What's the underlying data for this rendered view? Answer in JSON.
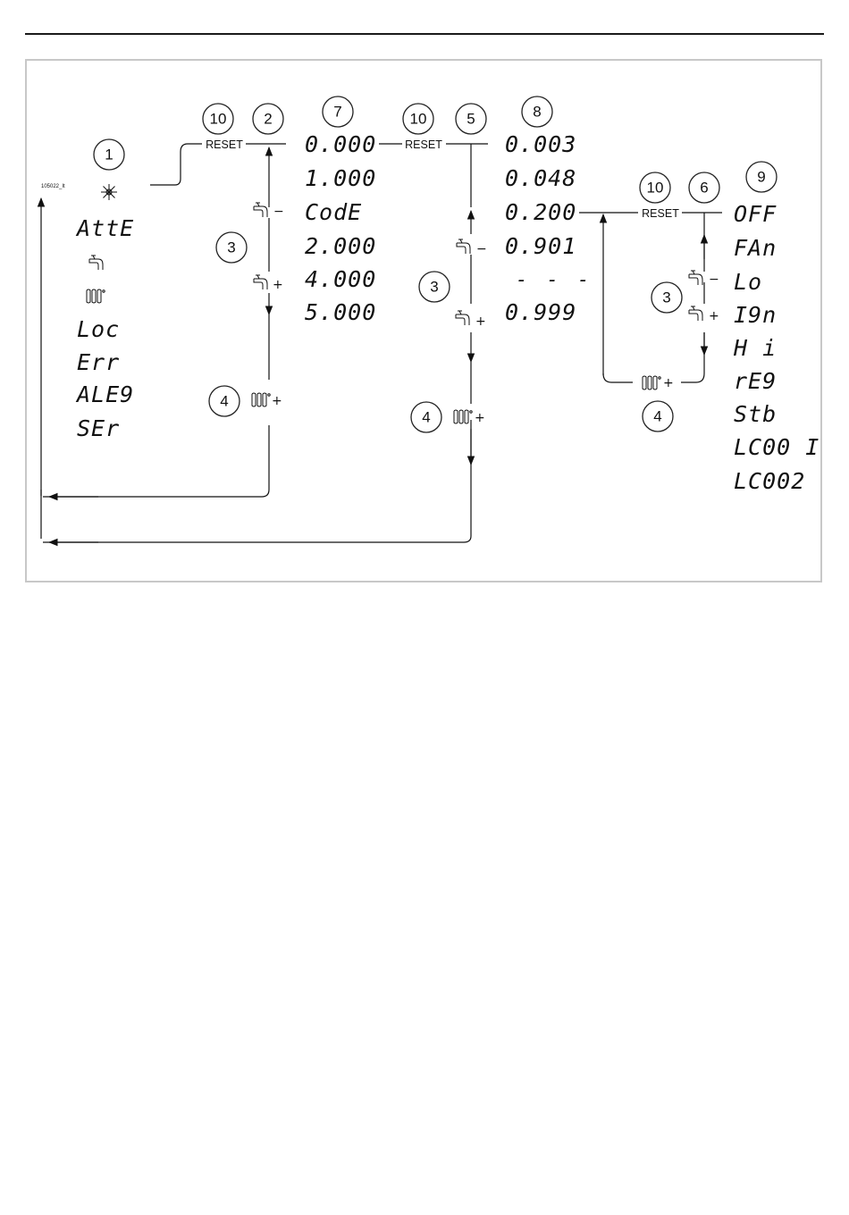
{
  "figure_code": "105022_It",
  "callouts": {
    "c1": "1",
    "c2": "2",
    "c3": "3",
    "c4": "4",
    "c5": "5",
    "c6": "6",
    "c7": "7",
    "c8": "8",
    "c9": "9",
    "c10": "10"
  },
  "reset_label": "RESET",
  "col_modes": [
    "AttE",
    "Loc",
    "Err",
    "ALE9",
    "SEr"
  ],
  "col_values_7": [
    "0.000",
    "1.000",
    "CodE",
    "2.000",
    "4.000",
    "5.000"
  ],
  "col_values_8": [
    "0.003",
    "0.048",
    "0.200",
    "0.901",
    "- - -",
    "0.999"
  ],
  "col_values_9": [
    "OFF",
    "FAn",
    "Lo",
    "I9n",
    "H i",
    "rE9",
    "Stb",
    "LC00 I",
    "LC002"
  ],
  "symbols": {
    "minus": "−",
    "plus": "+"
  },
  "icons": [
    "snowflake-icon",
    "tap-icon",
    "radiator-icon"
  ]
}
